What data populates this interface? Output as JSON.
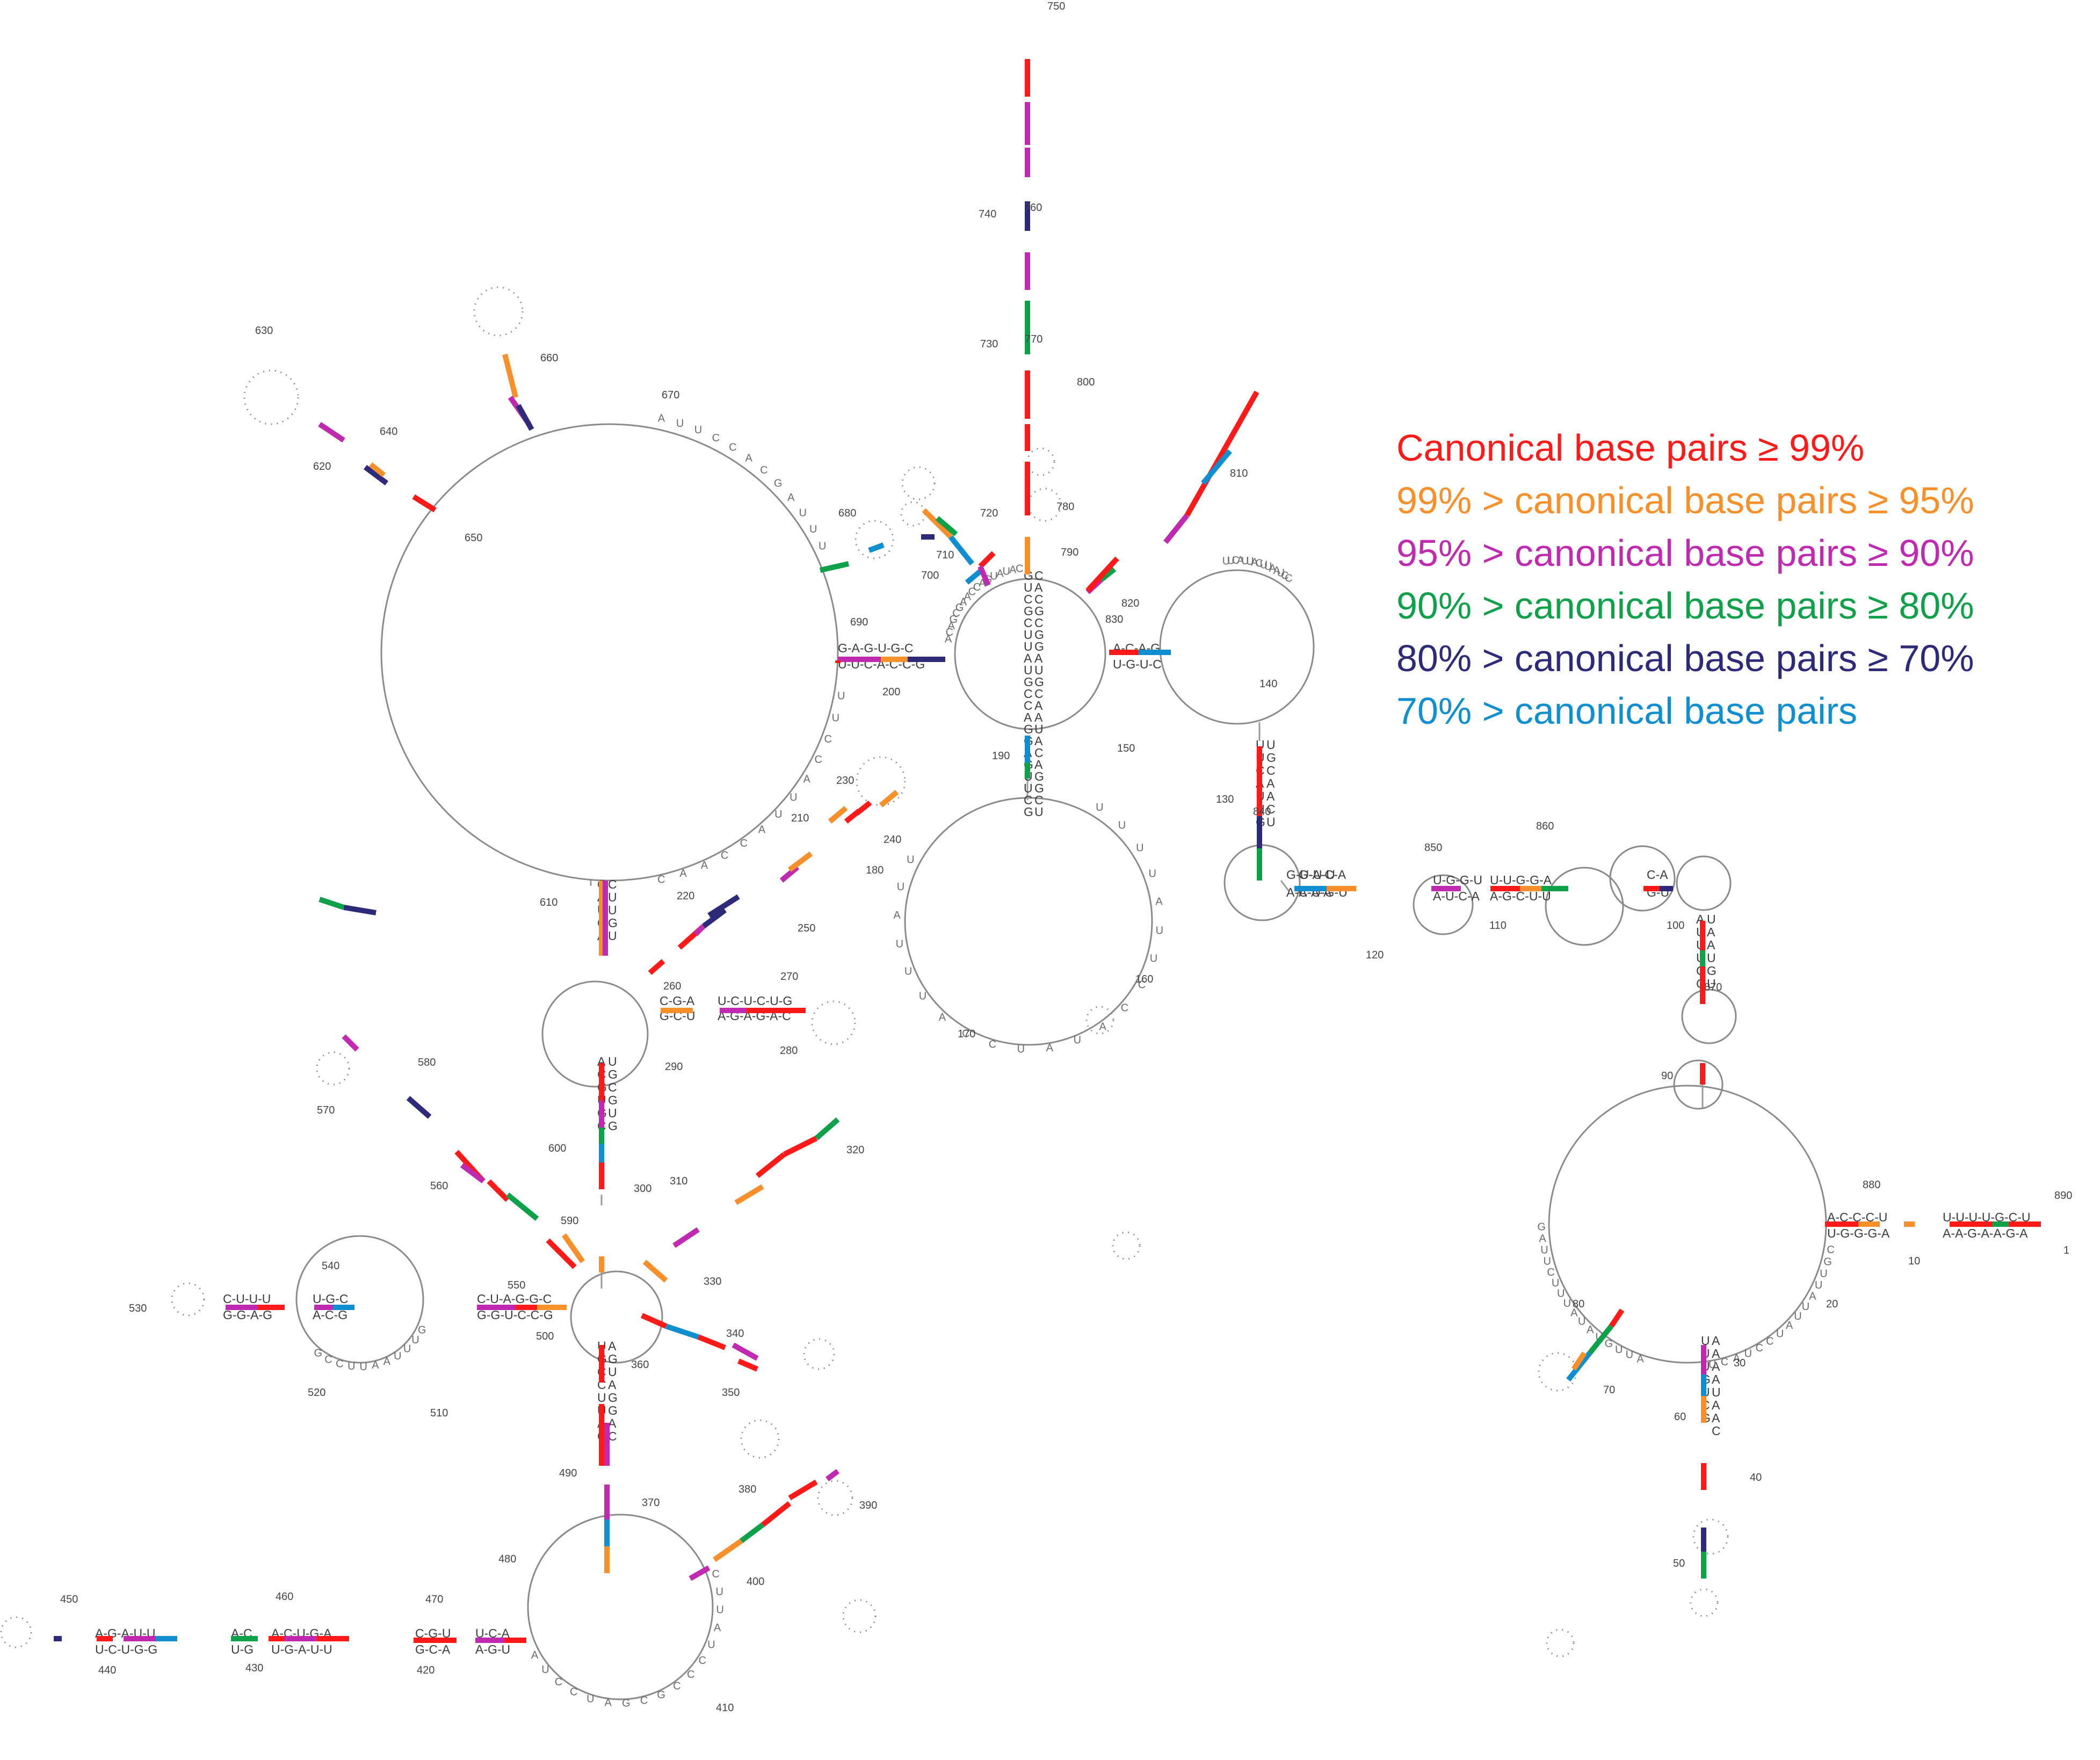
{
  "legend": [
    {
      "label": "Canonical base pairs ≥ 99%",
      "color": "#ff1a1a"
    },
    {
      "label": "99% > canonical base pairs ≥ 95%",
      "color": "#f7902a"
    },
    {
      "label": "95% > canonical base pairs ≥ 90%",
      "color": "#c02ab0"
    },
    {
      "label": "90% > canonical base pairs ≥ 80%",
      "color": "#0ea14a"
    },
    {
      "label": "80% > canonical base pairs ≥ 70%",
      "color": "#2e2a7a"
    },
    {
      "label": "70% > canonical base pairs",
      "color": "#0f8fcf"
    }
  ],
  "position_labels": [
    "10",
    "20",
    "30",
    "40",
    "50",
    "60",
    "70",
    "80",
    "90",
    "100",
    "110",
    "120",
    "130",
    "140",
    "150",
    "160",
    "170",
    "180",
    "190",
    "200",
    "210",
    "220",
    "230",
    "240",
    "250",
    "260",
    "270",
    "280",
    "290",
    "300",
    "310",
    "320",
    "330",
    "340",
    "350",
    "360",
    "370",
    "380",
    "390",
    "400",
    "410",
    "420",
    "430",
    "440",
    "450",
    "460",
    "470",
    "480",
    "490",
    "500",
    "510",
    "520",
    "530",
    "540",
    "550",
    "560",
    "570",
    "580",
    "590",
    "600",
    "610",
    "620",
    "630",
    "640",
    "650",
    "660",
    "670",
    "680",
    "690",
    "700",
    "710",
    "720",
    "730",
    "740",
    "750",
    "760",
    "770",
    "780",
    "790",
    "800",
    "810",
    "820",
    "830",
    "840",
    "850",
    "860",
    "870",
    "880",
    "890",
    "1"
  ],
  "helix_sequences": [
    "G-A-G-U-G-C",
    "U-U-C-A-C-C-G",
    "A-C-A-G",
    "U-G-U-C",
    "G-A-C-A",
    "C-U-G-U",
    "U-G-G-U",
    "A-U-C-A",
    "U-U-G-G-A",
    "A-G-C-U-U",
    "C-A",
    "G-U",
    "A-C-C-C-U",
    "U-G-G-G-A",
    "U-U-U-U-G-C-U",
    "A-A-G-A-A-G-A",
    "C-G-A",
    "G-C-U",
    "U-C-U-C-U-G",
    "A-G-A-G-A-C",
    "C-U-A-G-G-C",
    "G-G-U-C-C-G",
    "C-U-U-U",
    "G-G-A-G",
    "U-G-C",
    "A-C-G",
    "A-G-A-U-U",
    "U-C-U-G-G",
    "A-C-U-G-A",
    "U-G-A-U-U",
    "C-G-U",
    "G-C-A",
    "U-C-A",
    "A-G-U",
    "A-C",
    "U-G",
    "G-U-U-U",
    "A-A-A-A"
  ],
  "loop_sequences": [
    "AUUCCACGAUUU",
    "UUCCAUUACCAAC",
    "UUUUAUUCCAUAUCCAUUUAUU",
    "AUUGUAUAUUUCUUAG",
    "CUUAUCCCGCGAUCCUA",
    "GUUUAAUUCCG",
    "UUCAUUACUUAAUCC",
    "ACAGCGAACCAGUAUAC",
    "CGUUAUUAUCCUACU"
  ]
}
